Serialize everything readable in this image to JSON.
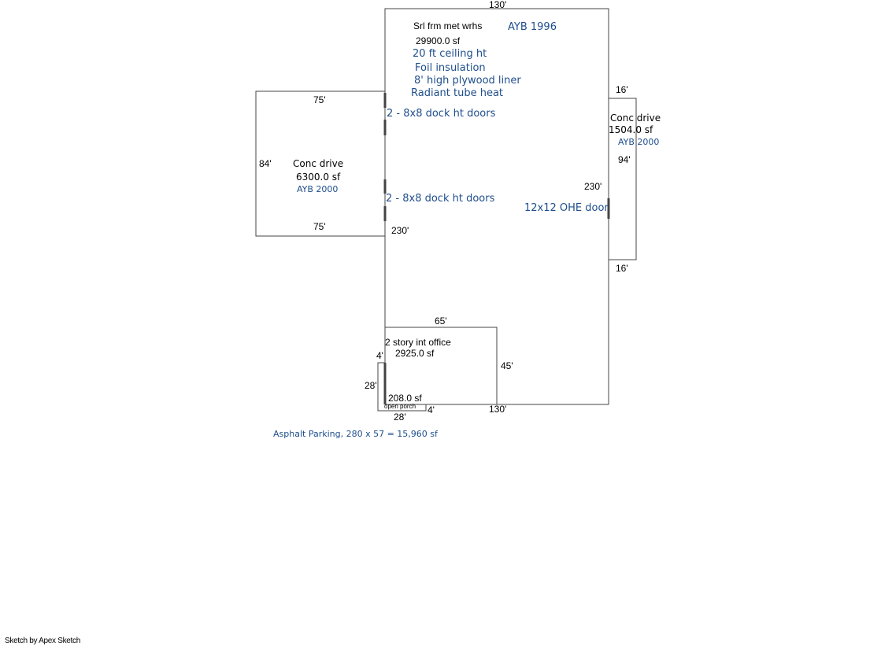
{
  "colors": {
    "line": "#444444",
    "note": "#1f4e8c",
    "text": "#000000"
  },
  "warehouse": {
    "name": "Srl frm met wrhs",
    "area": "29900.0 sf",
    "ayb": "AYB 1996",
    "notes": [
      "20 ft ceiling ht",
      "Foil insulation",
      "8' high plywood liner",
      "Radiant tube heat"
    ],
    "dock_doors_1": "2 - 8x8 dock ht doors",
    "dock_doors_2": "2 - 8x8 dock ht doors",
    "ohe_door": "12x12 OHE door",
    "dim_top": "130'",
    "dim_bottom": "130'",
    "dim_left": "230'",
    "dim_right": "230'"
  },
  "west_drive": {
    "name": "Conc drive",
    "area": "6300.0 sf",
    "ayb": "AYB 2000",
    "dim_top": "75'",
    "dim_bottom": "75'",
    "dim_left": "84'"
  },
  "east_drive": {
    "name": "Conc drive",
    "area": "1504.0 sf",
    "ayb": "AYB 2000",
    "dim_top": "16'",
    "dim_bottom": "16'",
    "dim_side": "94'"
  },
  "office": {
    "name": "2 story int office",
    "area": "2925.0 sf",
    "dim_top": "65'",
    "dim_right": "45'"
  },
  "porch": {
    "name": "open porch",
    "area": "208.0 sf",
    "dim_left_top": "4'",
    "dim_left": "28'",
    "dim_bottom": "28'",
    "dim_right": "4'"
  },
  "parking": "Asphalt Parking, 280 x 57 = 15,960 sf",
  "footer": "Sketch by Apex Sketch"
}
